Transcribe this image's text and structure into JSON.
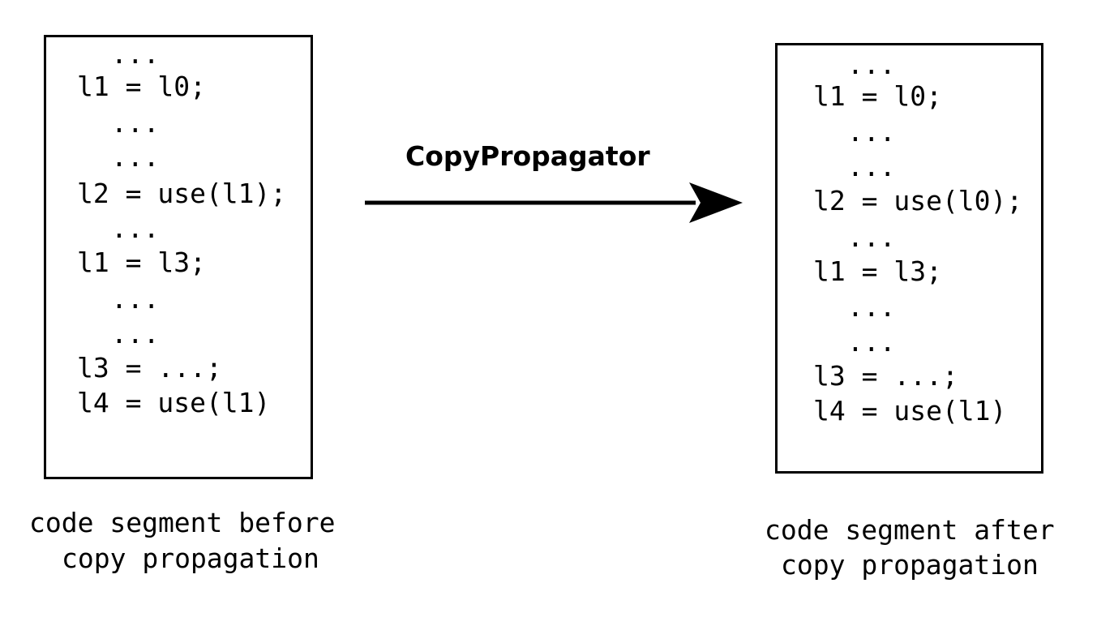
{
  "before": {
    "lines": [
      "...",
      "l1 = l0;",
      "...",
      "...",
      "l2 = use(l1);",
      "...",
      "l1 = l3;",
      "...",
      "...",
      "l3 = ...;",
      "l4 = use(l1)"
    ],
    "caption": [
      "code segment before",
      "copy propagation"
    ]
  },
  "after": {
    "lines": [
      "...",
      "l1 = l0;",
      "...",
      "...",
      "l2 = use(l0);",
      "...",
      "l1 = l3;",
      "...",
      "...",
      "l3 = ...;",
      "l4 = use(l1)"
    ],
    "caption": [
      "code segment after",
      "copy propagation"
    ]
  },
  "transform": {
    "label": "CopyPropagator"
  }
}
